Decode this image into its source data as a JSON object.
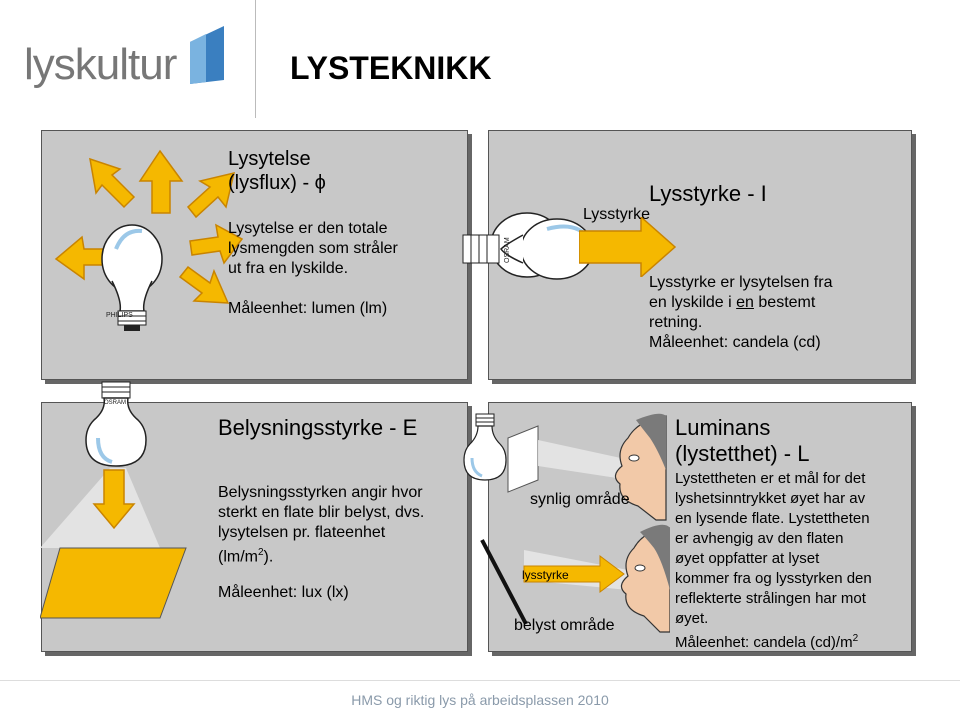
{
  "logo": {
    "text": "lyskultur"
  },
  "slide_title": "LYSTEKNIKK",
  "panel1": {
    "heading_line1": "Lysytelse",
    "heading_line2": "(lysflux) - ϕ",
    "desc_line1": "Lysytelse er den totale",
    "desc_line2": "lysmengden som stråler",
    "desc_line3": "ut fra en lyskilde.",
    "unit": "Måleenhet: lumen (lm)",
    "bulb_label": "PHILIPS"
  },
  "panel2": {
    "heading": "Lysstyrke - I",
    "arrow_label": "Lysstyrke",
    "desc_line1": "Lysstyrke er lysytelsen fra",
    "desc_line2_pre": "en lyskilde i ",
    "desc_line2_underline": "en",
    "desc_line2_post": " bestemt",
    "desc_line3": "retning.",
    "unit": "Måleenhet: candela (cd)",
    "bulb_label": "OSRAM"
  },
  "panel3": {
    "heading": "Belysningsstyrke - E",
    "desc_line1": "Belysningsstyrken angir hvor",
    "desc_line2": "sterkt en flate blir belyst, dvs.",
    "desc_line3": "lysytelsen pr. flateenhet",
    "desc_line4_main": "(lm/m",
    "desc_line4_sup": "2",
    "desc_line4_end": ").",
    "unit": "Måleenhet: lux (lx)",
    "bulb_label": "OSRAM"
  },
  "panel4": {
    "label_visible": "synlig område",
    "label_intensity": "lysstyrke",
    "label_lit": "belyst område",
    "heading_line1": "Luminans",
    "heading_line2": "(lystetthet) - L",
    "desc_line1": "Lystettheten er et mål for det",
    "desc_line2": "lyshetsinntrykket øyet har av",
    "desc_line3": "en lysende flate. Lystettheten",
    "desc_line4": "er avhengig av den flaten",
    "desc_line5": "øyet oppfatter at lyset",
    "desc_line6": "kommer fra og lysstyrken den",
    "desc_line7": "reflekterte strålingen har mot",
    "desc_line8": "øyet.",
    "unit_main": "Måleenhet: candela (cd)/m",
    "unit_sup": "2"
  },
  "footer": "HMS og riktig lys på arbeidsplassen 2010",
  "colors": {
    "panel": "#c8c8c8",
    "arrow": "#f5b800",
    "arrow_stroke": "#d08a00",
    "logo_blue": "#3a7fc0"
  }
}
